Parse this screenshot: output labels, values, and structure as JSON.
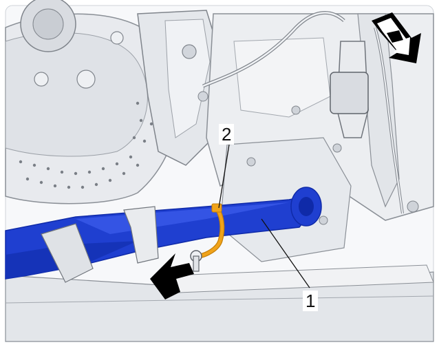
{
  "callouts": [
    {
      "id": "strap",
      "label": "2"
    },
    {
      "id": "arm",
      "label": "1"
    }
  ],
  "colors": {
    "arm_blue": "#1f3fd0",
    "arm_blue_dark": "#0f2aa8",
    "strap_orange": "#f0a31a",
    "line_grey": "#8a8f96",
    "fill_light": "#eef0f3",
    "fill_mid": "#dcdfe4",
    "arrow_black": "#000000"
  },
  "icons": {
    "direction_arrow": "vehicle-direction-arrow-icon",
    "pointer_arrow": "action-arrow-icon"
  }
}
